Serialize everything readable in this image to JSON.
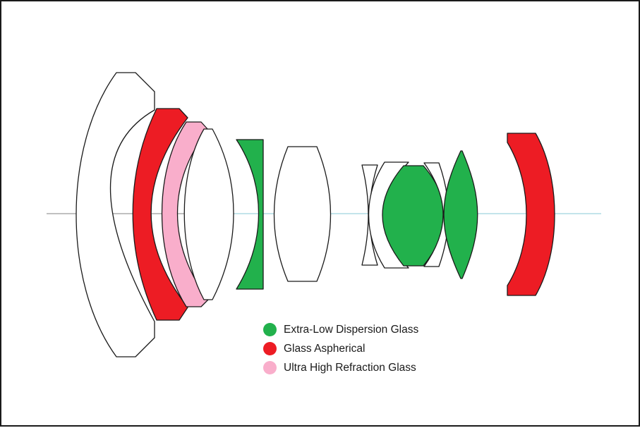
{
  "colors": {
    "ed": "#22b14c",
    "asph": "#ed1c24",
    "uhr": "#f9aecb",
    "plain": "#ffffff",
    "outline": "#1a1a1a",
    "axis_left": "#9a9a9a",
    "axis_right": "#9fd3df"
  },
  "legend": [
    {
      "key": "ed",
      "label": "Extra-Low Dispersion Glass",
      "color": "#22b14c"
    },
    {
      "key": "asph",
      "label": "Glass Aspherical",
      "color": "#ed1c24"
    },
    {
      "key": "uhr",
      "label": "Ultra High Refraction Glass",
      "color": "#f9aecb"
    }
  ],
  "elements": [
    {
      "name": "element-1-front-meniscus",
      "glass": "plain"
    },
    {
      "name": "element-2-aspherical",
      "glass": "asph"
    },
    {
      "name": "element-3-ultra-high-refraction",
      "glass": "uhr"
    },
    {
      "name": "element-4-meniscus",
      "glass": "plain"
    },
    {
      "name": "element-5-extra-low-dispersion",
      "glass": "ed"
    },
    {
      "name": "element-6-biconvex",
      "glass": "plain"
    },
    {
      "name": "element-7-concave",
      "glass": "plain"
    },
    {
      "name": "element-8-meniscus",
      "glass": "plain"
    },
    {
      "name": "element-9-extra-low-dispersion",
      "glass": "ed"
    },
    {
      "name": "element-10-meniscus",
      "glass": "plain"
    },
    {
      "name": "element-11-extra-low-dispersion",
      "glass": "ed"
    },
    {
      "name": "element-12-aspherical",
      "glass": "asph"
    }
  ]
}
